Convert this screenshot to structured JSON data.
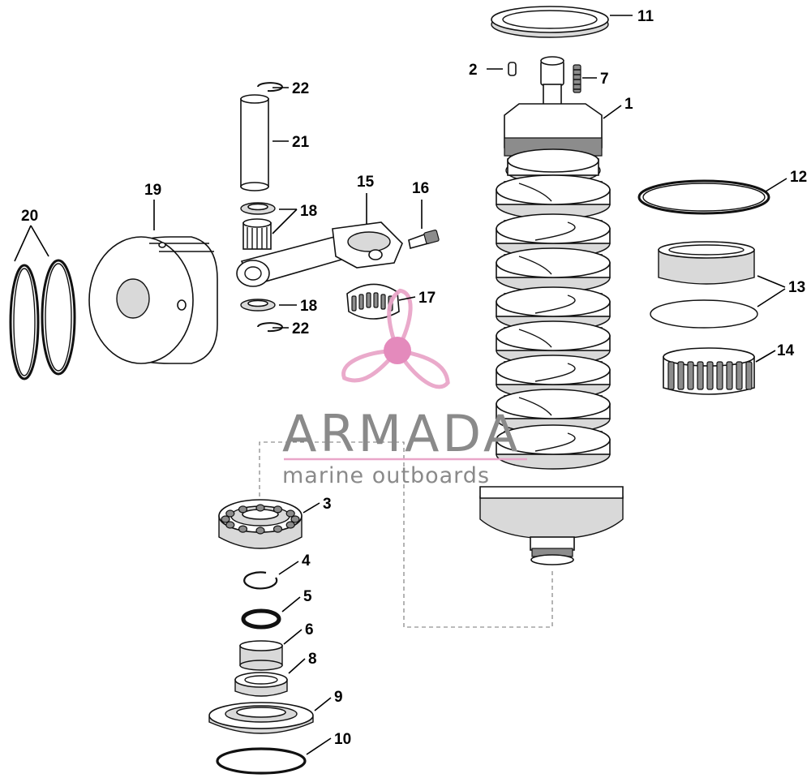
{
  "watermark": {
    "brand": "ARMADA",
    "tagline": "marine outboards",
    "colors": {
      "logo": "#e9a6c9",
      "logo_dark": "#de7fb2",
      "text": "#8a8a8a",
      "rule": "#e9a6c9"
    }
  },
  "callouts": {
    "c1": "1",
    "c2": "2",
    "c3": "3",
    "c4": "4",
    "c5": "5",
    "c6": "6",
    "c7": "7",
    "c8": "8",
    "c9": "9",
    "c10": "10",
    "c11": "11",
    "c12": "12",
    "c13": "13",
    "c14": "14",
    "c15": "15",
    "c16": "16",
    "c17": "17",
    "c18a": "18",
    "c18b": "18",
    "c19": "19",
    "c20": "20",
    "c21": "21",
    "c22a": "22",
    "c22b": "22"
  }
}
